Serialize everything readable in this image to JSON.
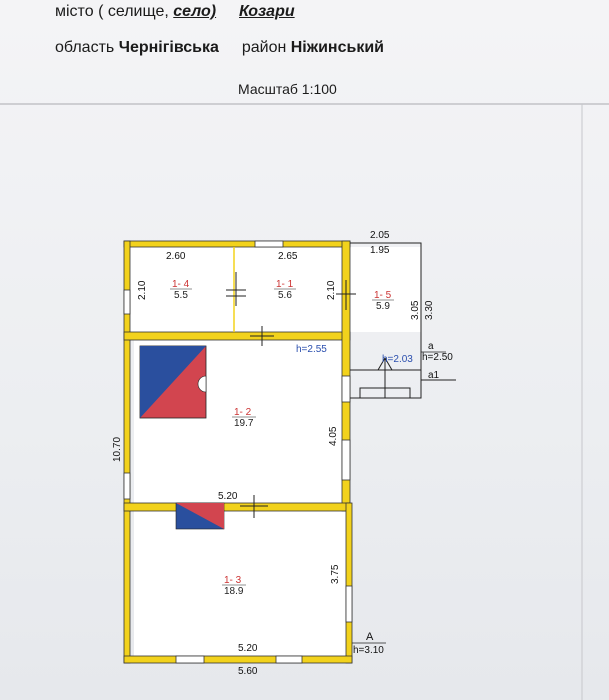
{
  "header": {
    "line1_prefix": "місто",
    "line1_paren": "( селище,",
    "line1_selo": "село)",
    "line1_village": "Козари",
    "line2_oblast_label": "область",
    "line2_oblast": "Чернігівська",
    "line2_raion_label": "район",
    "line2_raion": "Ніжинський",
    "scale": "Масштаб 1:100"
  },
  "plan": {
    "dims": {
      "d260": "2.60",
      "d265": "2.65",
      "d210a": "2.10",
      "d210b": "2.10",
      "d205": "2.05",
      "d195": "1.95",
      "d305": "3.05",
      "d330": "3.30",
      "d1070": "10.70",
      "d405": "4.05",
      "d520a": "5.20",
      "d375": "3.75",
      "d520b": "5.20",
      "d560": "5.60"
    },
    "rooms": [
      {
        "code": "1- 4",
        "area": "5.5"
      },
      {
        "code": "1- 1",
        "area": "5.6"
      },
      {
        "code": "1- 5",
        "area": "5.9"
      },
      {
        "code": "1- 2",
        "area": "19.7"
      },
      {
        "code": "1- 3",
        "area": "18.9"
      }
    ],
    "heights": {
      "h255": "h=2.55",
      "h203": "h=2.03",
      "h250": "h=2.50",
      "h310": "h=3.10"
    },
    "letters": {
      "a": "а",
      "a1": "а1",
      "A": "А"
    }
  },
  "colors": {
    "wall": "#f2d21c",
    "wall_edge": "#333333",
    "stove_blue": "#2a4f9e",
    "stove_red": "#d2454f"
  }
}
